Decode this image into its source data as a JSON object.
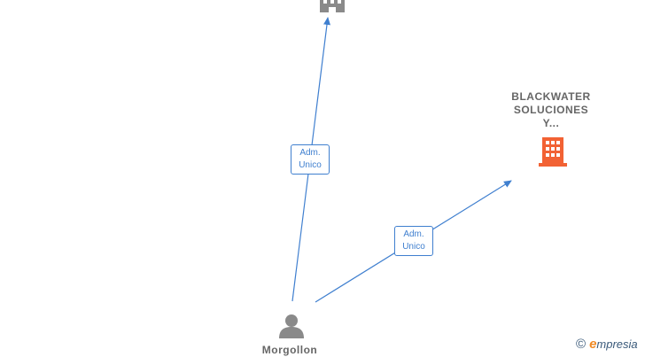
{
  "nodes": {
    "company_top": {
      "label": ""
    },
    "company_main": {
      "label_lines": [
        "BLACKWATER",
        "SOLUCIONES",
        "Y..."
      ],
      "color": "#f26234"
    },
    "person": {
      "label": "Morgollon"
    }
  },
  "edges": [
    {
      "label_lines": [
        "Adm.",
        "Unico"
      ]
    },
    {
      "label_lines": [
        "Adm.",
        "Unico"
      ]
    }
  ],
  "colors": {
    "edge": "#3f7fcf",
    "company_gray": "#8a8a8a",
    "person_gray": "#8a8a8a"
  },
  "brand": {
    "copyright": "©",
    "e": "e",
    "rest": "mpresia"
  }
}
